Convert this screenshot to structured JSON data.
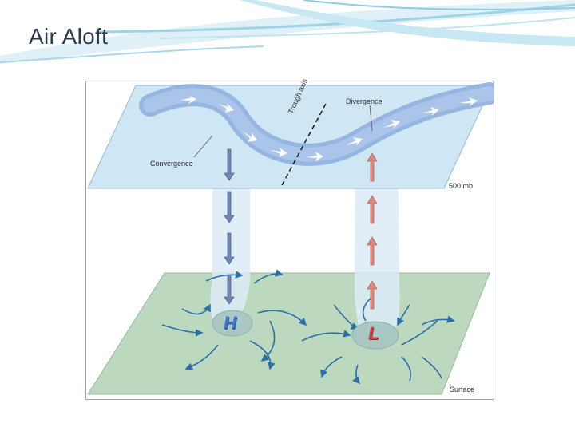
{
  "slide": {
    "title": "Air Aloft"
  },
  "diagram": {
    "labels": {
      "convergence": "Convergence",
      "divergence": "Divergence",
      "trough_axis": "Trough axis",
      "upper_level": "500 mb",
      "surface": "Surface",
      "high": "H",
      "low": "L"
    },
    "colors": {
      "upper_plane": "#cfe6f5",
      "surface_plane": "#bcd9c0",
      "jet_stream": "#8fb0e0",
      "sinking_arrows": "#6f87b6",
      "rising_arrows": "#d98a80",
      "high_symbol": "#3f74c8",
      "low_symbol": "#d0454a",
      "surface_flow": "#2d6fa8"
    }
  }
}
